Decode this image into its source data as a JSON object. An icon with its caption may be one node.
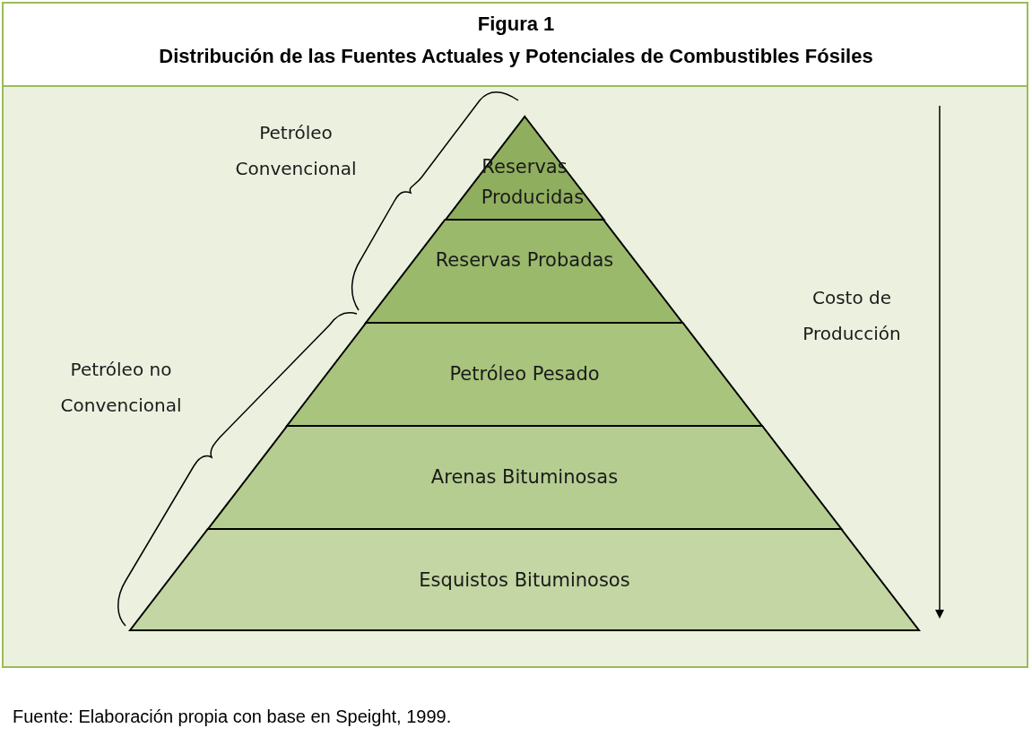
{
  "diagram": {
    "title": "Distribución de las Fuentes Actuales y Potenciales de Combustibles Fósiles",
    "caption": "Fuente: Elaboración propia con base en Speight, 1999.",
    "nodes": [
      {
        "text": [
          "Reservas Producidas"
        ]
      },
      {
        "text": [
          "Reservas Probadas"
        ]
      },
      {
        "text": [
          "Petróleo Pesado"
        ]
      },
      {
        "text": [
          "Arenas Bituminosas"
        ]
      },
      {
        "text": [
          "Esquistos Bituminosos"
        ]
      }
    ],
    "edges": [],
    "labels": [
      "Figura 1",
      "Petróleo Convencional",
      "Petróleo no Convencional",
      "Costo de Producción"
    ]
  }
}
